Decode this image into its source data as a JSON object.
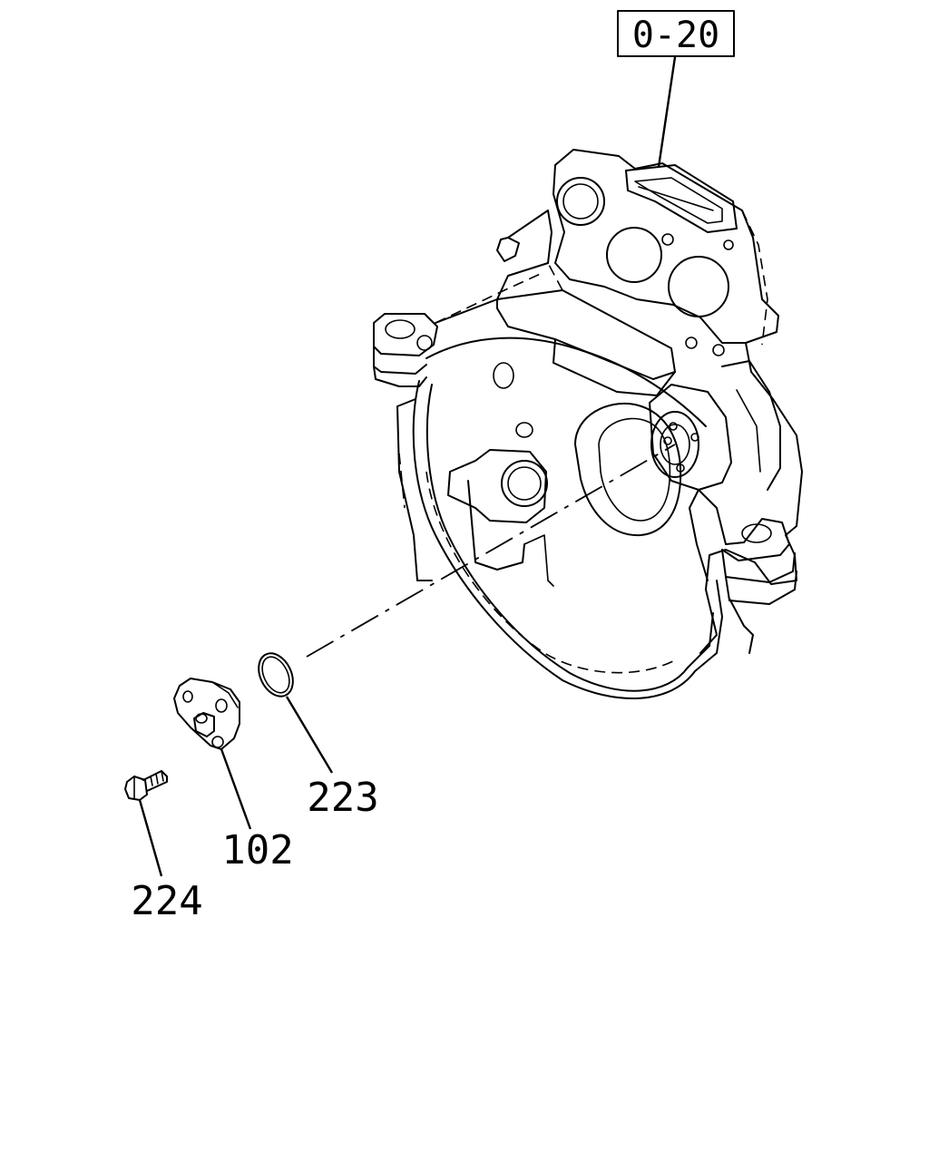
{
  "diagram": {
    "reference_box": "0-20",
    "callouts": {
      "oring": "223",
      "cover": "102",
      "bolt": "224"
    }
  }
}
